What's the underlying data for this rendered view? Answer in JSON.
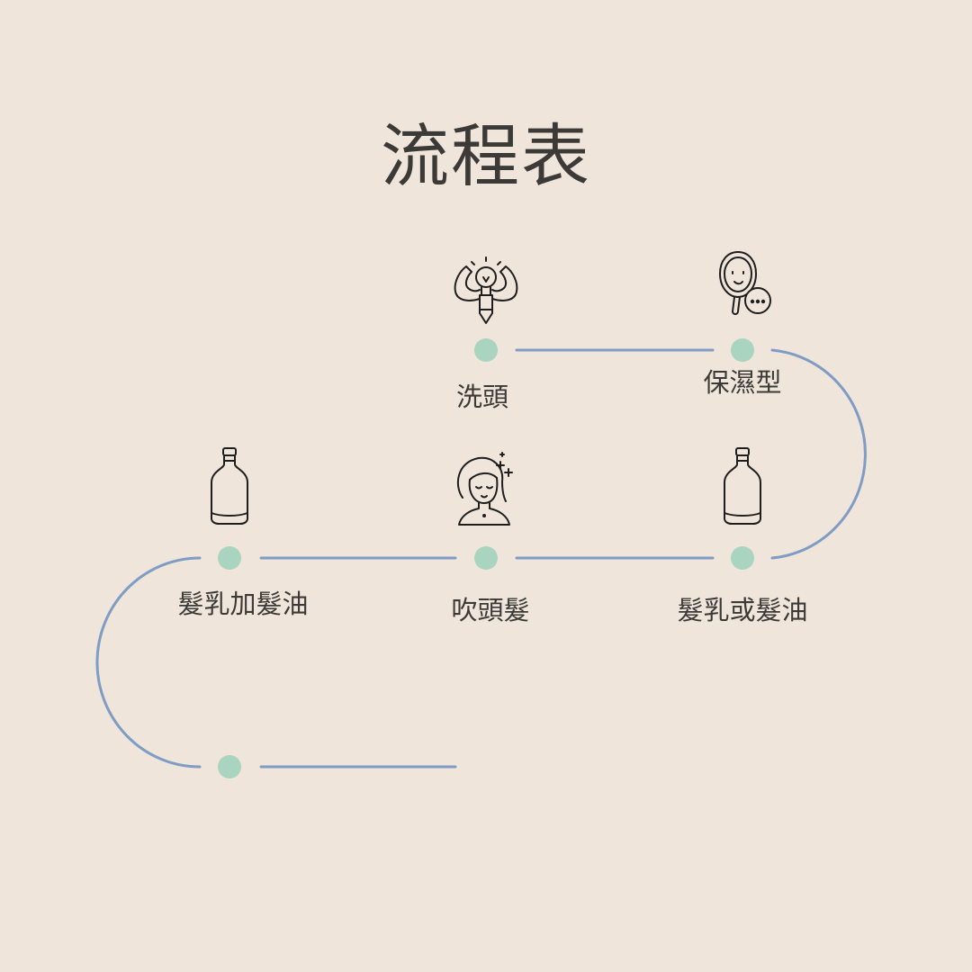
{
  "title": "流程表",
  "colors": {
    "background": "#efe5da",
    "line": "#7f9cc4",
    "node": "#a8d4c0",
    "text": "#3b3a36",
    "icon": "#1e1e1e"
  },
  "steps": [
    {
      "label": "洗頭",
      "icon": "lightbulb-pencil-icon"
    },
    {
      "label": "保濕型",
      "icon": "hand-mirror-icon"
    },
    {
      "label": "髮乳或髮油",
      "icon": "bottle-icon"
    },
    {
      "label": "吹頭髮",
      "icon": "woman-face-icon"
    },
    {
      "label": "髮乳加髮油",
      "icon": "bottle-icon"
    },
    {
      "label": "",
      "icon": ""
    }
  ]
}
